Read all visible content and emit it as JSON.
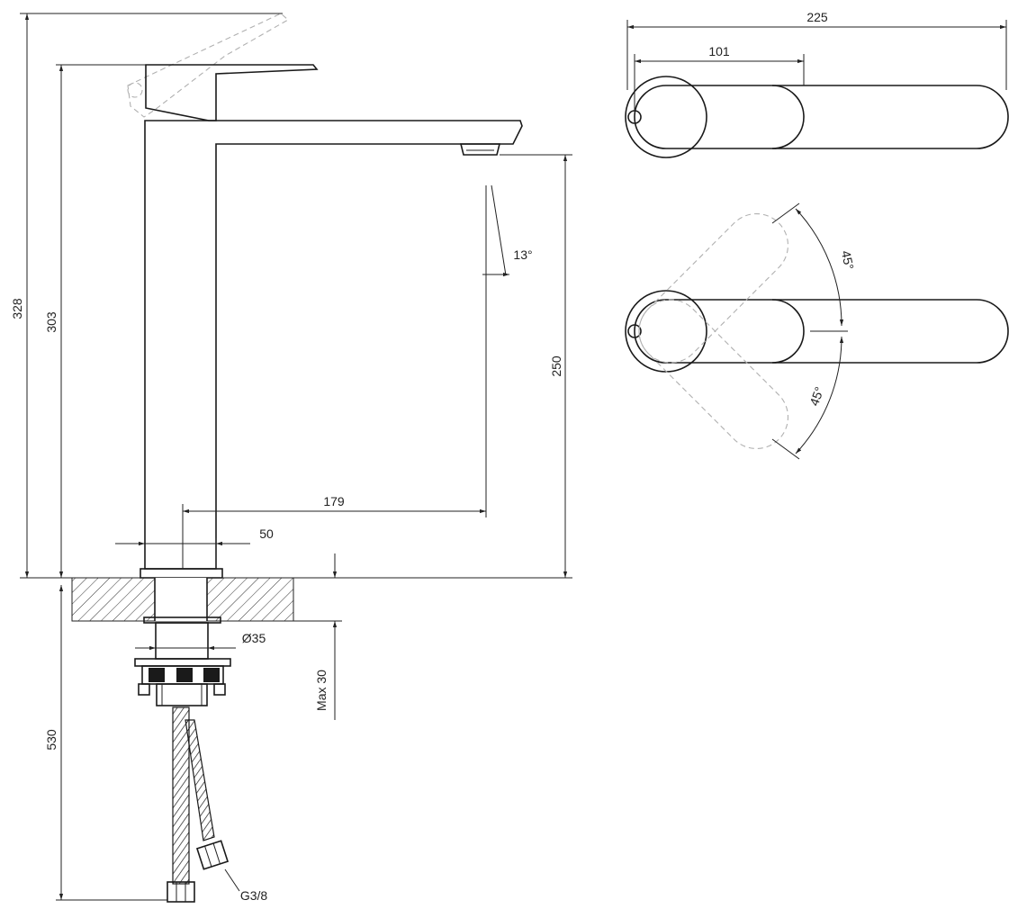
{
  "drawing": {
    "dimensions": {
      "overall_height": "328",
      "body_height": "303",
      "spout_height": "250",
      "spout_reach": "179",
      "body_width": "50",
      "hole_diameter": "Ø35",
      "max_counter_thickness": "Max 30",
      "hose_length": "530",
      "spout_angle": "13°",
      "handle_length": "225",
      "handle_base": "101",
      "rotation_up": "45°",
      "rotation_down": "45°",
      "connection_thread": "G3/8"
    },
    "colors": {
      "line": "#1a1a1a",
      "hatch": "#333333",
      "ghost": "#b0b0b0"
    }
  }
}
